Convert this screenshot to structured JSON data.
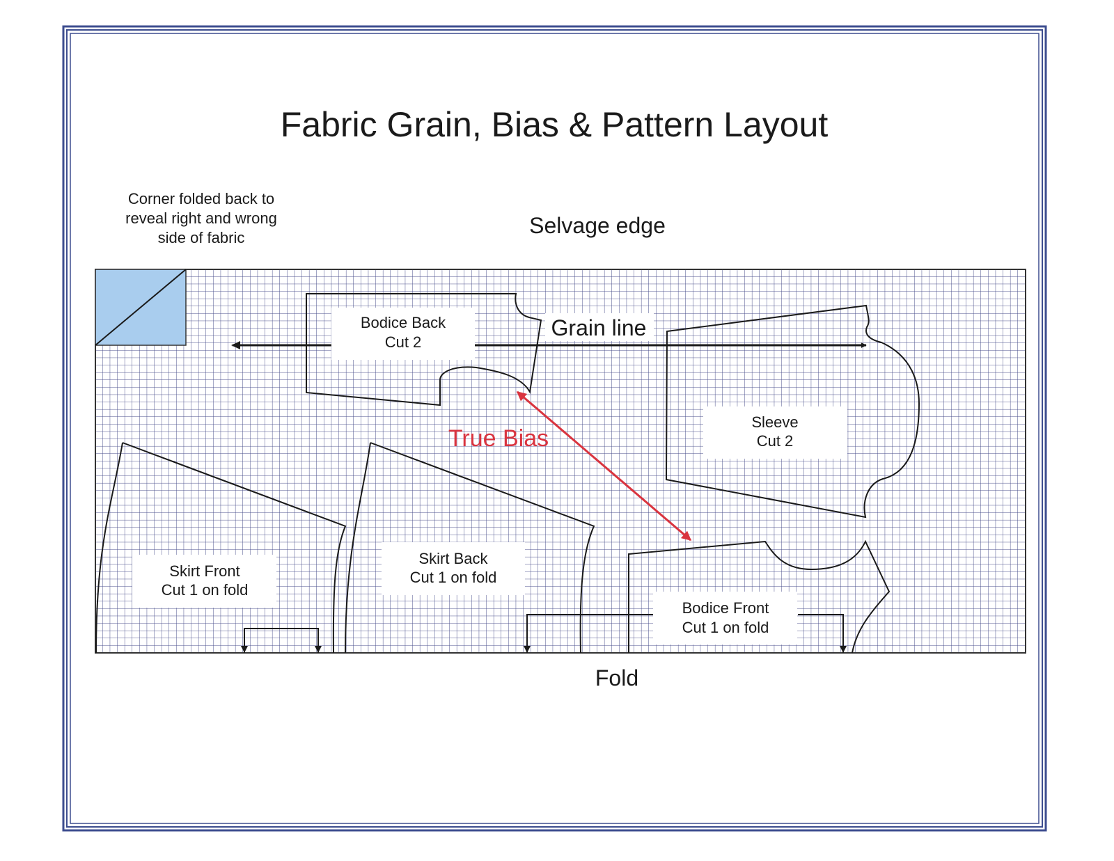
{
  "title": "Fabric Grain, Bias & Pattern Layout",
  "labels": {
    "corner": [
      "Corner folded back to",
      "reveal right and wrong",
      "side of fabric"
    ],
    "selvage": "Selvage edge",
    "grain_line": "Grain line",
    "true_bias": "True Bias",
    "fold": "Fold"
  },
  "pieces": {
    "bodice_back": [
      "Bodice Back",
      "Cut 2"
    ],
    "sleeve": [
      "Sleeve",
      "Cut 2"
    ],
    "skirt_front": [
      "Skirt Front",
      "Cut 1 on fold"
    ],
    "skirt_back": [
      "Skirt Back",
      "Cut 1 on fold"
    ],
    "bodice_front": [
      "Bodice Front",
      "Cut 1 on fold"
    ]
  },
  "colors": {
    "border": "#3d4d8f",
    "grid": "#4a4f8c",
    "fabric_edge": "#333333",
    "fold_corner": "#a9cdee",
    "bias": "#d9343f",
    "piece_outline": "#1a1a1a"
  }
}
